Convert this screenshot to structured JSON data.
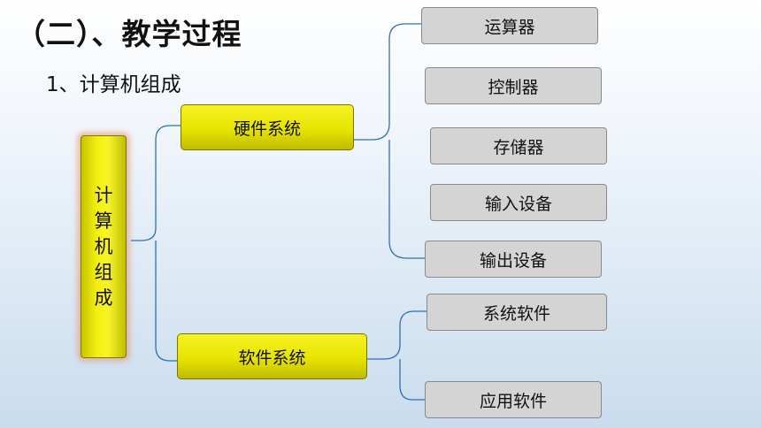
{
  "page": {
    "title": "（二）、教学过程",
    "subtitle": "1、计算机组成"
  },
  "diagram": {
    "root": "计算机组成",
    "hardware": {
      "label": "硬件系统",
      "items": [
        "运算器",
        "控制器",
        "存储器",
        "输入设备",
        "输出设备"
      ]
    },
    "software": {
      "label": "软件系统",
      "items": [
        "系统软件",
        "应用软件"
      ]
    }
  },
  "colors": {
    "branch_fill": "#e8e400",
    "leaf_fill": "#d4d4d4",
    "connector": "#2f6fb0",
    "root_glow": "#e6966e"
  }
}
